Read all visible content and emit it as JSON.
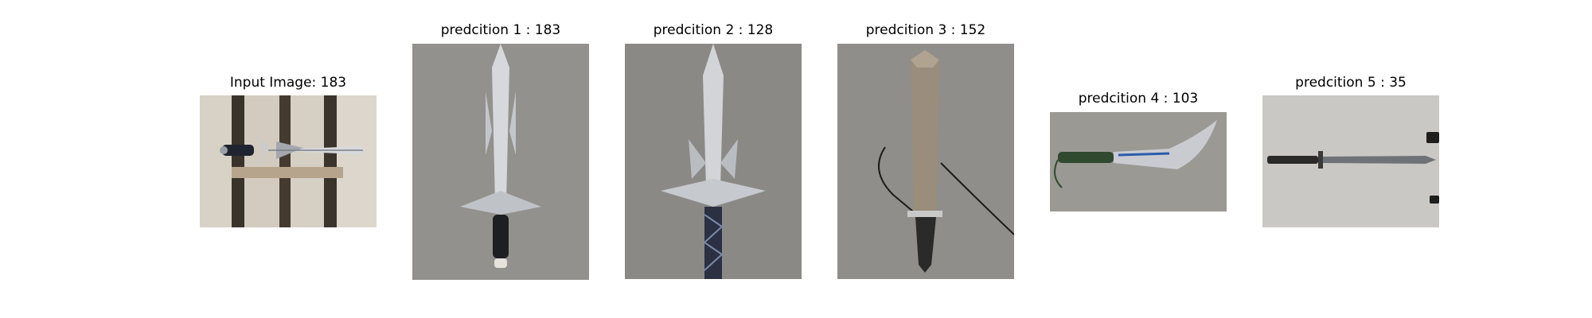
{
  "panels": [
    {
      "title": "Input Image: 183",
      "subject": "dagger-on-wooden-pallet"
    },
    {
      "title": "predcition 1 : 183",
      "subject": "fantasy-dagger-on-concrete"
    },
    {
      "title": "predcition 2 : 128",
      "subject": "fantasy-sword-on-concrete"
    },
    {
      "title": "predcition 3 : 152",
      "subject": "machete-with-cord-on-concrete"
    },
    {
      "title": "predcition 4 : 103",
      "subject": "curved-blade-green-handle"
    },
    {
      "title": "predcition 5 : 35",
      "subject": "katana-on-floor"
    }
  ]
}
